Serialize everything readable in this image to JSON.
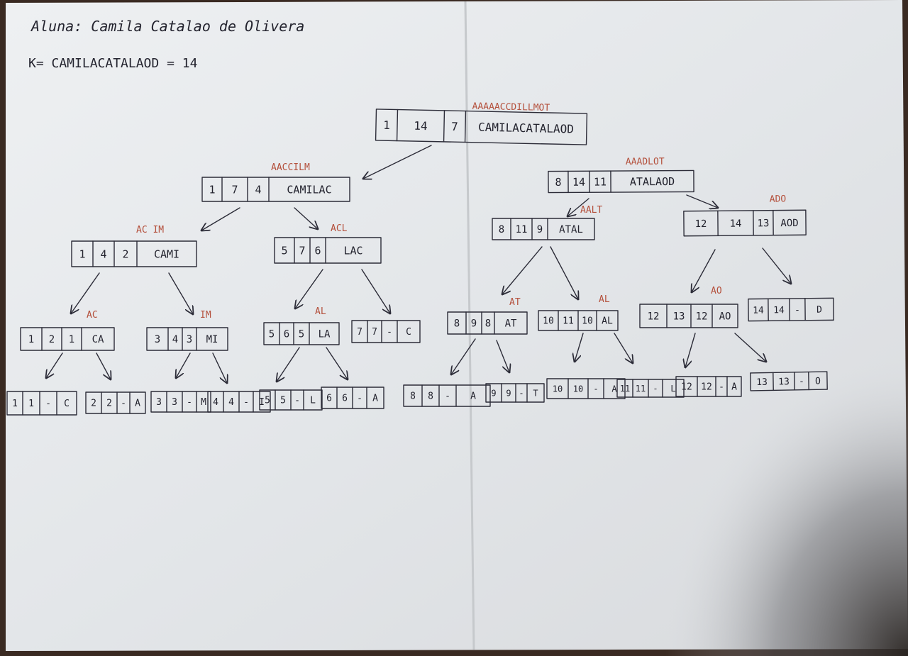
{
  "header": {
    "student": "Aluna: Camila Catalao de Olivera",
    "key": "K= CAMILACATALAOD = 14"
  },
  "colors": {
    "ink": "#2c2c38",
    "sorted_label": "#b4503c",
    "paper": "#e4e7ea"
  },
  "nodes": {
    "root": {
      "cells": [
        "1",
        "14",
        "7",
        "CAMILACATALAOD"
      ],
      "sorted": "AAAAACCDILLMOT"
    },
    "n_1_7_4": {
      "cells": [
        "1",
        "7",
        "4",
        "CAMILAC"
      ],
      "sorted": "AACCILM"
    },
    "n_8_14_11": {
      "cells": [
        "8",
        "14",
        "11",
        "ATALAOD"
      ],
      "sorted": "AAADLOT"
    },
    "n_1_4_2": {
      "cells": [
        "1",
        "4",
        "2",
        "CAMI"
      ],
      "sorted": "AC IM"
    },
    "n_5_7_6": {
      "cells": [
        "5",
        "7",
        "6",
        "LAC"
      ],
      "sorted": "ACL"
    },
    "n_8_11_9": {
      "cells": [
        "8",
        "11",
        "9",
        "ATAL"
      ],
      "sorted": "AALT"
    },
    "n_12_14_13": {
      "cells": [
        "12",
        "14",
        "13",
        "AOD"
      ],
      "sorted": "ADO"
    },
    "n_1_2_1": {
      "cells": [
        "1",
        "2",
        "1",
        "CA"
      ],
      "sorted": "AC"
    },
    "n_3_4_3": {
      "cells": [
        "3",
        "4",
        "3",
        "MI"
      ],
      "sorted": "IM"
    },
    "n_5_6_5": {
      "cells": [
        "5",
        "6",
        "5",
        "LA"
      ],
      "sorted": "AL"
    },
    "n_7_7": {
      "cells": [
        "7",
        "7",
        "-",
        "C"
      ],
      "sorted": ""
    },
    "n_8_9_8": {
      "cells": [
        "8",
        "9",
        "8",
        "AT"
      ],
      "sorted": "AT"
    },
    "n_10_11_10": {
      "cells": [
        "10",
        "11",
        "10",
        "AL"
      ],
      "sorted": "AL"
    },
    "n_12_13_12": {
      "cells": [
        "12",
        "13",
        "12",
        "AO"
      ],
      "sorted": "AO"
    },
    "n_14_14": {
      "cells": [
        "14",
        "14",
        "-",
        "D"
      ],
      "sorted": ""
    },
    "leaf_1": {
      "cells": [
        "1",
        "1",
        "-",
        "C"
      ]
    },
    "leaf_2": {
      "cells": [
        "2",
        "2",
        "-",
        "A"
      ]
    },
    "leaf_3": {
      "cells": [
        "3",
        "3",
        "-",
        "M"
      ]
    },
    "leaf_4": {
      "cells": [
        "4",
        "4",
        "-",
        "I"
      ]
    },
    "leaf_5": {
      "cells": [
        "5",
        "5",
        "-",
        "L"
      ]
    },
    "leaf_6": {
      "cells": [
        "6",
        "6",
        "-",
        "A"
      ]
    },
    "leaf_8": {
      "cells": [
        "8",
        "8",
        "-",
        "A"
      ]
    },
    "leaf_9": {
      "cells": [
        "9",
        "9",
        "-",
        "T"
      ]
    },
    "leaf_10": {
      "cells": [
        "10",
        "10",
        "-",
        "A"
      ]
    },
    "leaf_11": {
      "cells": [
        "11",
        "11",
        "-",
        "L"
      ]
    },
    "leaf_12": {
      "cells": [
        "12",
        "12",
        "-",
        "A"
      ]
    },
    "leaf_13": {
      "cells": [
        "13",
        "13",
        "-",
        "O"
      ]
    }
  }
}
